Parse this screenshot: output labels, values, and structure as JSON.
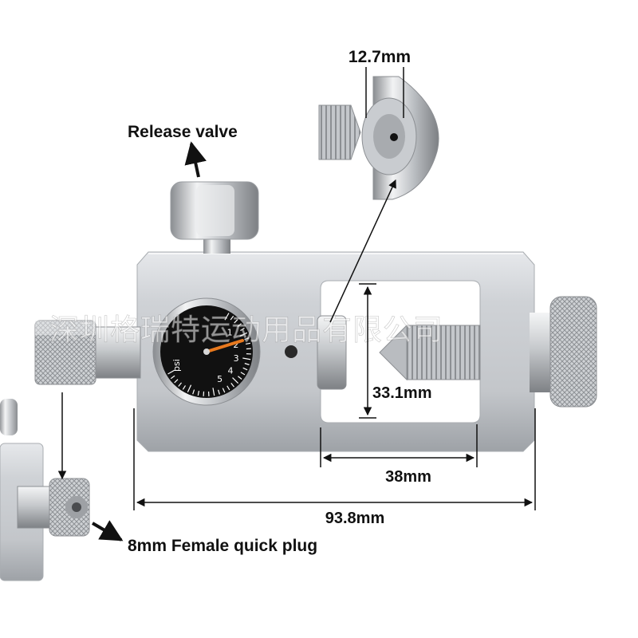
{
  "labels": {
    "release_valve": "Release valve",
    "female_plug": "8mm Female quick plug",
    "dim_thread": "12.7mm",
    "dim_height": "33.1mm",
    "dim_width": "38mm",
    "dim_total": "93.8mm"
  },
  "gauge": {
    "unit": "psi",
    "ticks": [
      "1",
      "2",
      "3",
      "4",
      "5"
    ],
    "needle_color": "#e8791e"
  },
  "watermark": "深圳格瑞特运动用品有限公司",
  "colors": {
    "background": "#ffffff",
    "aluminum": "#c9ccd0",
    "gauge_face": "#111111",
    "dimension_line": "#111111"
  }
}
